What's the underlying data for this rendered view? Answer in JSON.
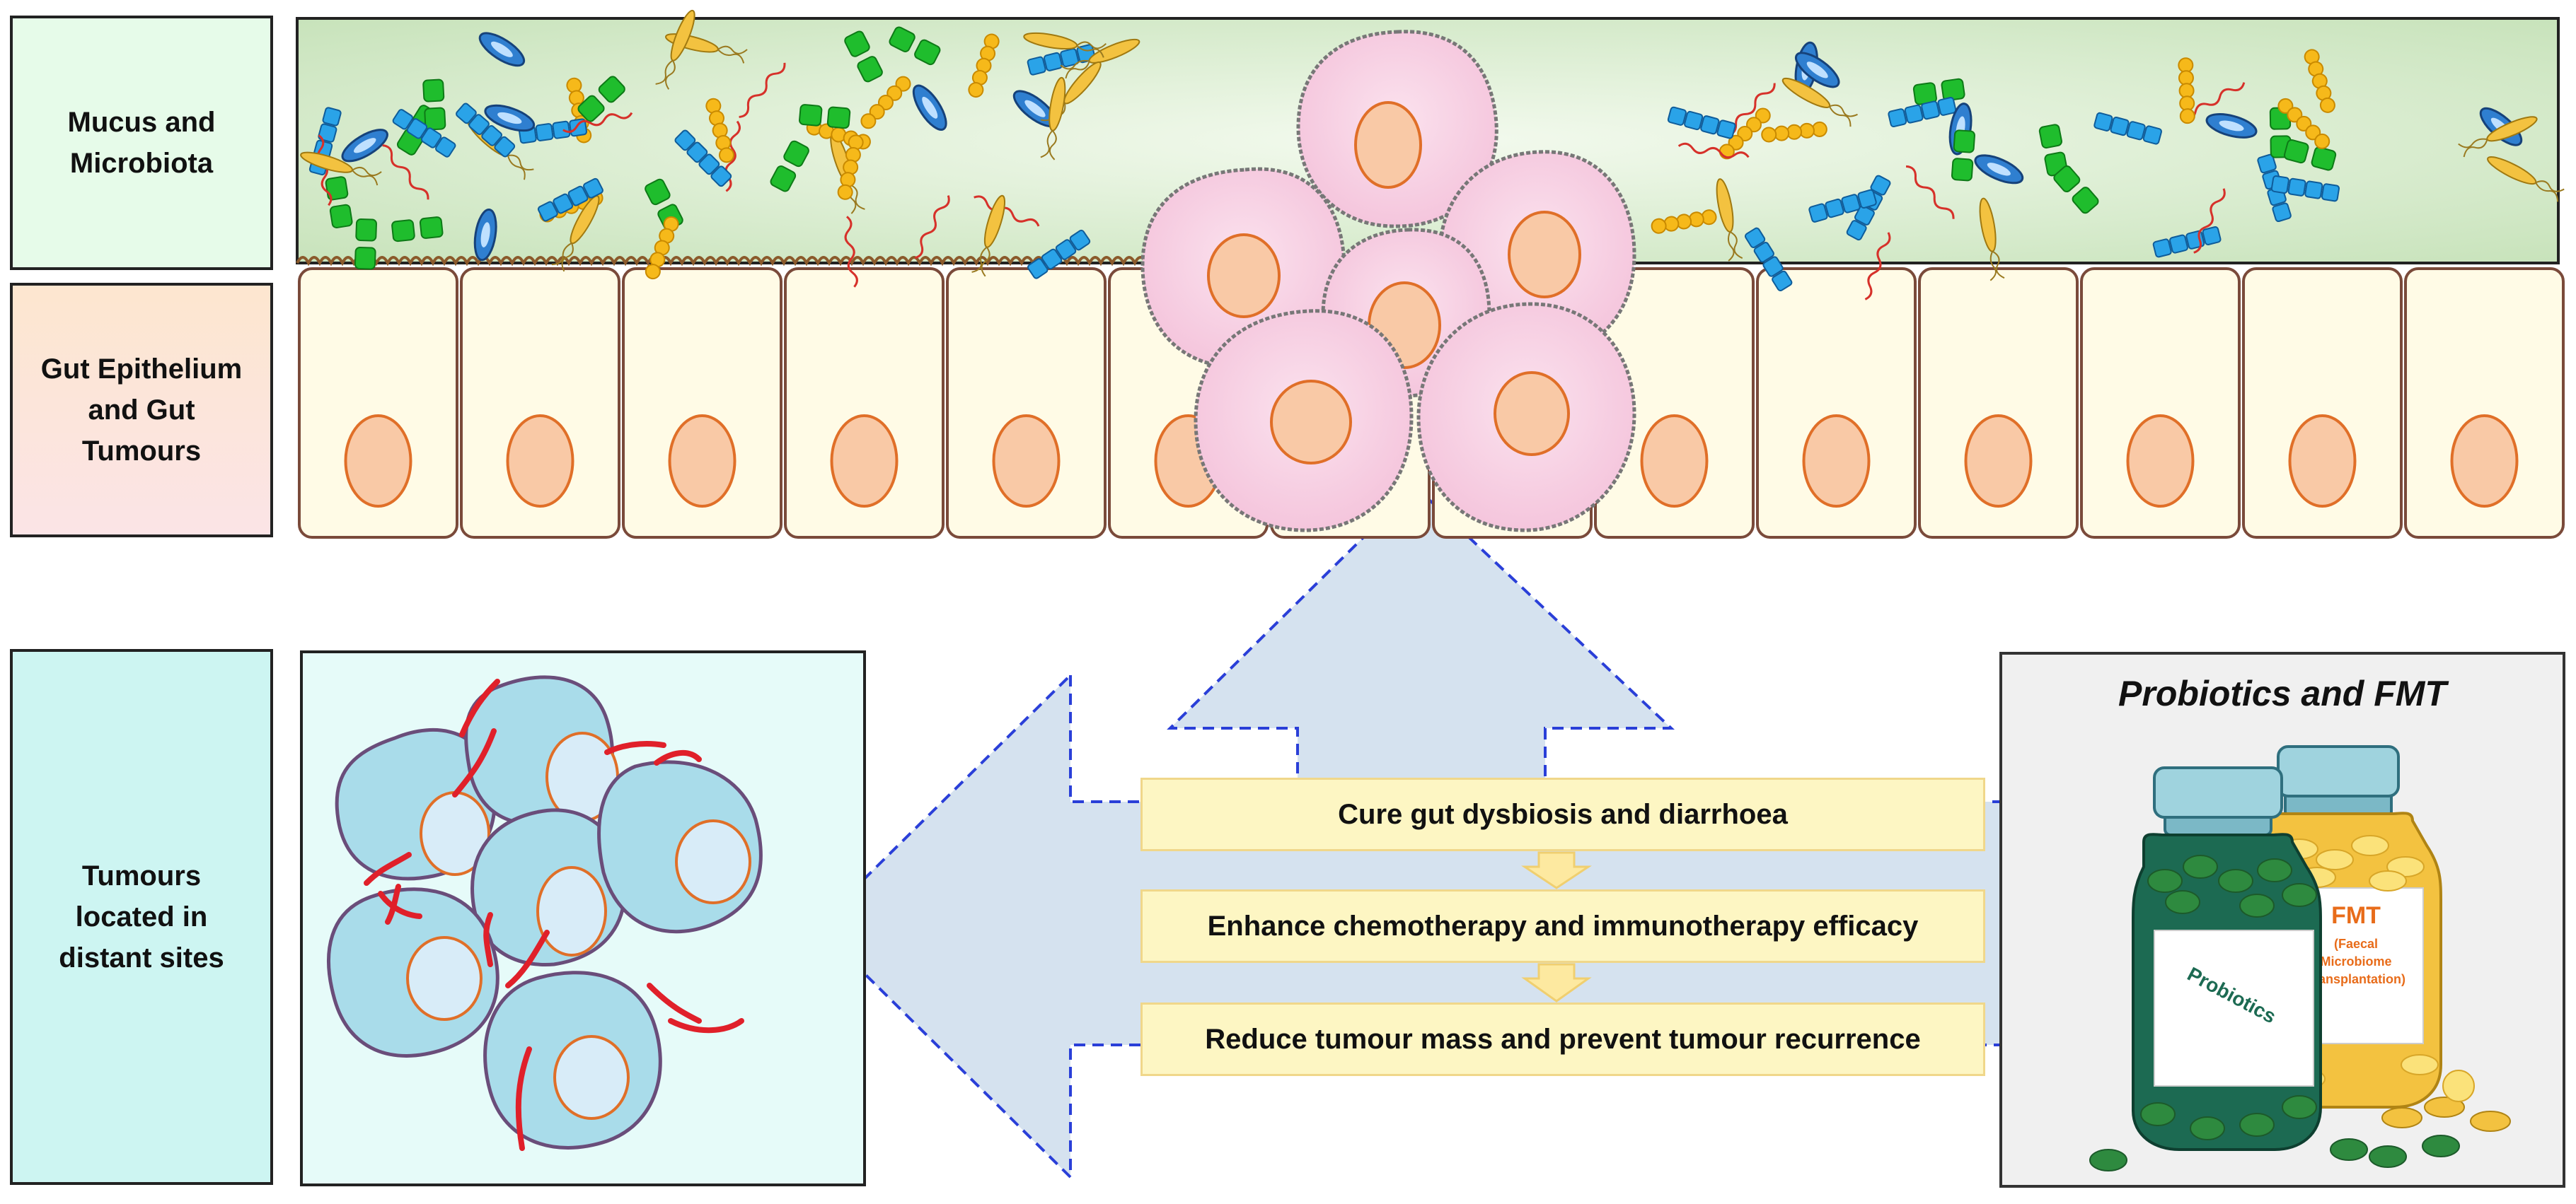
{
  "labels": {
    "mucus": [
      "Mucus and",
      "Microbiota"
    ],
    "epithelium": [
      "Gut Epithelium",
      "and Gut",
      "Tumours"
    ],
    "distant": [
      "Tumours",
      "located in",
      "distant sites"
    ]
  },
  "probiotics": {
    "title": "Probiotics and FMT",
    "bottle_front_label": "Probiotics",
    "bottle_back_title": "FMT",
    "bottle_back_sub": [
      "(Faecal",
      "Microbiome",
      "Transplantation)"
    ]
  },
  "effects": [
    "Cure gut dysbiosis and diarrhoea",
    "Enhance chemotherapy and immunotherapy efficacy",
    "Reduce tumour mass and prevent tumour recurrence"
  ],
  "colors": {
    "mucus_bg": "#d7ecce",
    "epithelium_cell": "#fffbe6",
    "nucleus": "#f9c9a6",
    "tumour_cell": "#f9d2e4",
    "distant_cell": "#a9dcea",
    "arrow_fill": "#d5e2ef",
    "arrow_border": "#2a3fd8",
    "effect_bg": "#fdf6c3",
    "vessel": "#e0202a"
  }
}
